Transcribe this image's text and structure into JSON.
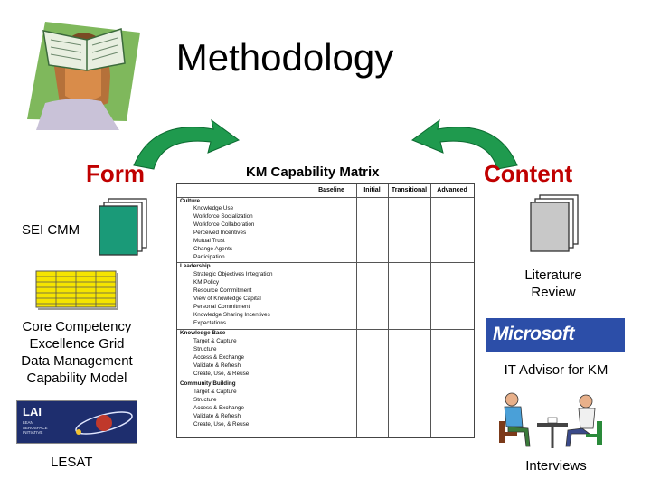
{
  "title": "Methodology",
  "form_label": "Form",
  "content_label": "Content",
  "matrix_title": "KM Capability Matrix",
  "left_items": {
    "sei_cmm": "SEI CMM",
    "competency_lines": [
      "Core Competency",
      "Excellence Grid",
      "Data Management",
      "Capability Model"
    ],
    "lesat": "LESAT"
  },
  "right_items": {
    "literature_lines": [
      "Literature",
      "Review"
    ],
    "it_advisor": "IT Advisor for KM",
    "interviews": "Interviews"
  },
  "logos": {
    "microsoft": "Microsoft",
    "lai_title": "LAI",
    "lai_subtitle": "LEAN AEROSPACE INITIATIVE"
  },
  "matrix": {
    "columns": [
      "Baseline",
      "Initial",
      "Transitional",
      "Advanced"
    ],
    "sections": [
      {
        "name": "Culture",
        "items": [
          "Knowledge Use",
          "Workforce Socialization",
          "Workforce Collaboration",
          "Perceived Incentives",
          "Mutual Trust",
          "Change Agents",
          "Participation"
        ]
      },
      {
        "name": "Leadership",
        "items": [
          "Strategic Objectives Integration",
          "KM Policy",
          "Resource Commitment",
          "View of Knowledge Capital",
          "Personal Commitment",
          "Knowledge Sharing Incentives",
          "Expectations"
        ]
      },
      {
        "name": "Knowledge Base",
        "items": [
          "Target & Capture",
          "Structure",
          "Access & Exchange",
          "Validate & Refresh",
          "Create, Use, & Reuse"
        ]
      },
      {
        "name": "Community Building",
        "items": [
          "Target & Capture",
          "Structure",
          "Access & Exchange",
          "Validate & Refresh",
          "Create, Use, & Reuse"
        ]
      }
    ]
  },
  "colors": {
    "form_red": "#c00000",
    "arrow_green": "#1f9a4e",
    "doc_teal": "#1a9a78",
    "doc_gray": "#c8c8c8",
    "grid_yellow": "#f5e400",
    "ms_blue": "#2c4ea8"
  },
  "icons": [
    "reader-head-icon",
    "curved-arrow-icon",
    "document-stack-icon",
    "spreadsheet-icon",
    "meeting-people-icon"
  ]
}
